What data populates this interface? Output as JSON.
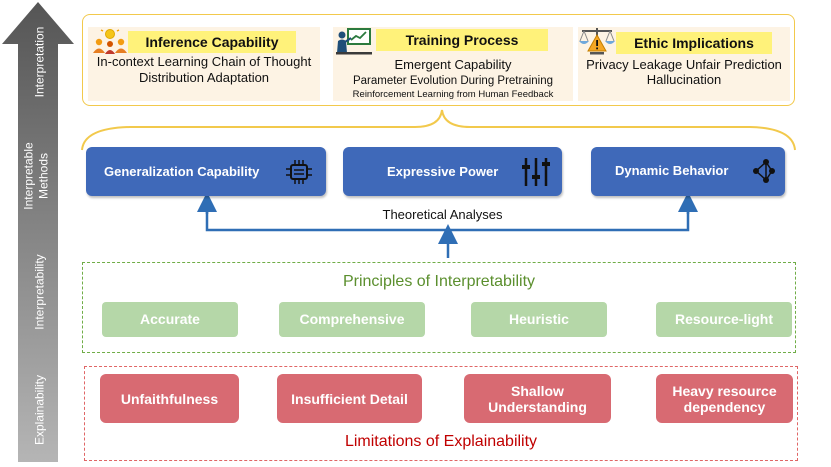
{
  "axis": {
    "labels": [
      "Interpretation",
      "Interpretable",
      "Methods",
      "Interpretability",
      "Explainability"
    ]
  },
  "top": {
    "columns": [
      {
        "title": "Inference Capability",
        "icon": "idea-people-icon",
        "lines": [
          "In-context Learning",
          "Chain of Thought",
          "Distribution Adaptation"
        ]
      },
      {
        "title": "Training Process",
        "icon": "presenter-board-icon",
        "lines": [
          "Emergent Capability",
          "Parameter Evolution During Pretraining",
          "Reinforcement Learning from Human Feedback"
        ]
      },
      {
        "title": "Ethic Implications",
        "icon": "scale-warning-icon",
        "lines": [
          "Privacy Leakage",
          "Unfair Prediction",
          "Hallucination"
        ]
      }
    ]
  },
  "methods": [
    {
      "label": "Generalization Capability",
      "icon": "processor-chip-icon"
    },
    {
      "label": "Expressive Power",
      "icon": "sliders-icon"
    },
    {
      "label": "Dynamic Behavior",
      "icon": "network-nodes-icon"
    }
  ],
  "theory": {
    "label": "Theoretical Analyses"
  },
  "principles": {
    "title": "Principles of Interpretability",
    "items": [
      "Accurate",
      "Comprehensive",
      "Heuristic",
      "Resource-light"
    ]
  },
  "limitations": {
    "title": "Limitations of Explainability",
    "items": [
      "Unfaithfulness",
      "Insufficient Detail",
      "Shallow Understanding",
      "Heavy resource dependency"
    ]
  },
  "colors": {
    "method_blue": "#3f69b9",
    "principle_green": "#b5d7a8",
    "limit_red": "#d86a72",
    "highlight_yellow": "#fff27a",
    "panel_border": "#f2c94c"
  }
}
